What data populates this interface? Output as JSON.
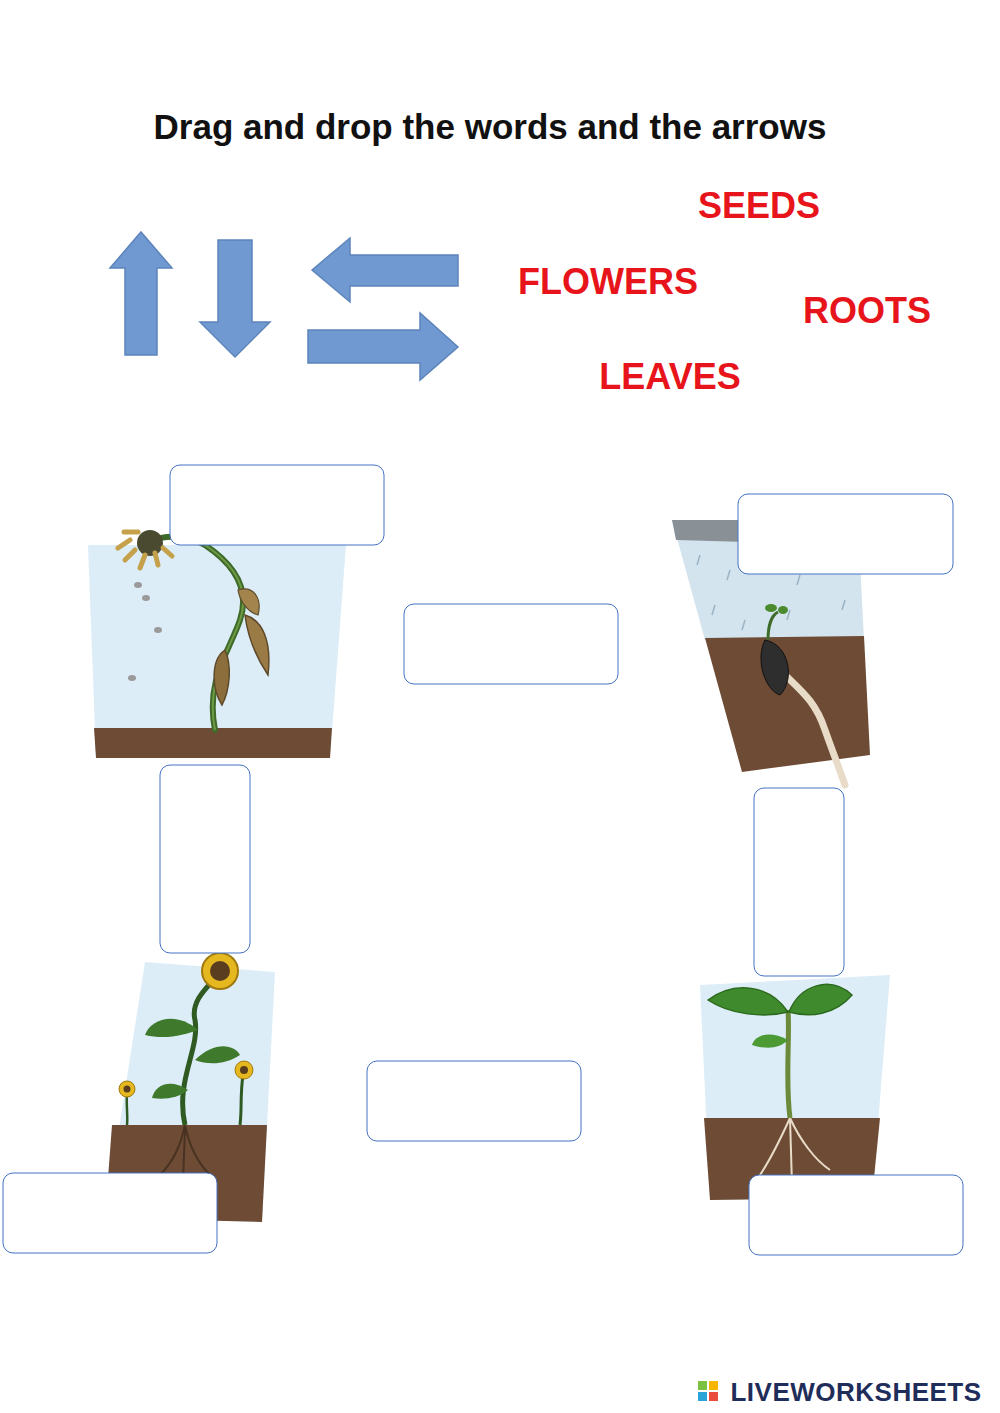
{
  "diagram": {
    "title": "Drag and drop the words and the arrows",
    "labels": [
      "SEEDS",
      "FLOWERS",
      "ROOTS",
      "LEAVES",
      "LIVEWORKSHEETS"
    ]
  }
}
